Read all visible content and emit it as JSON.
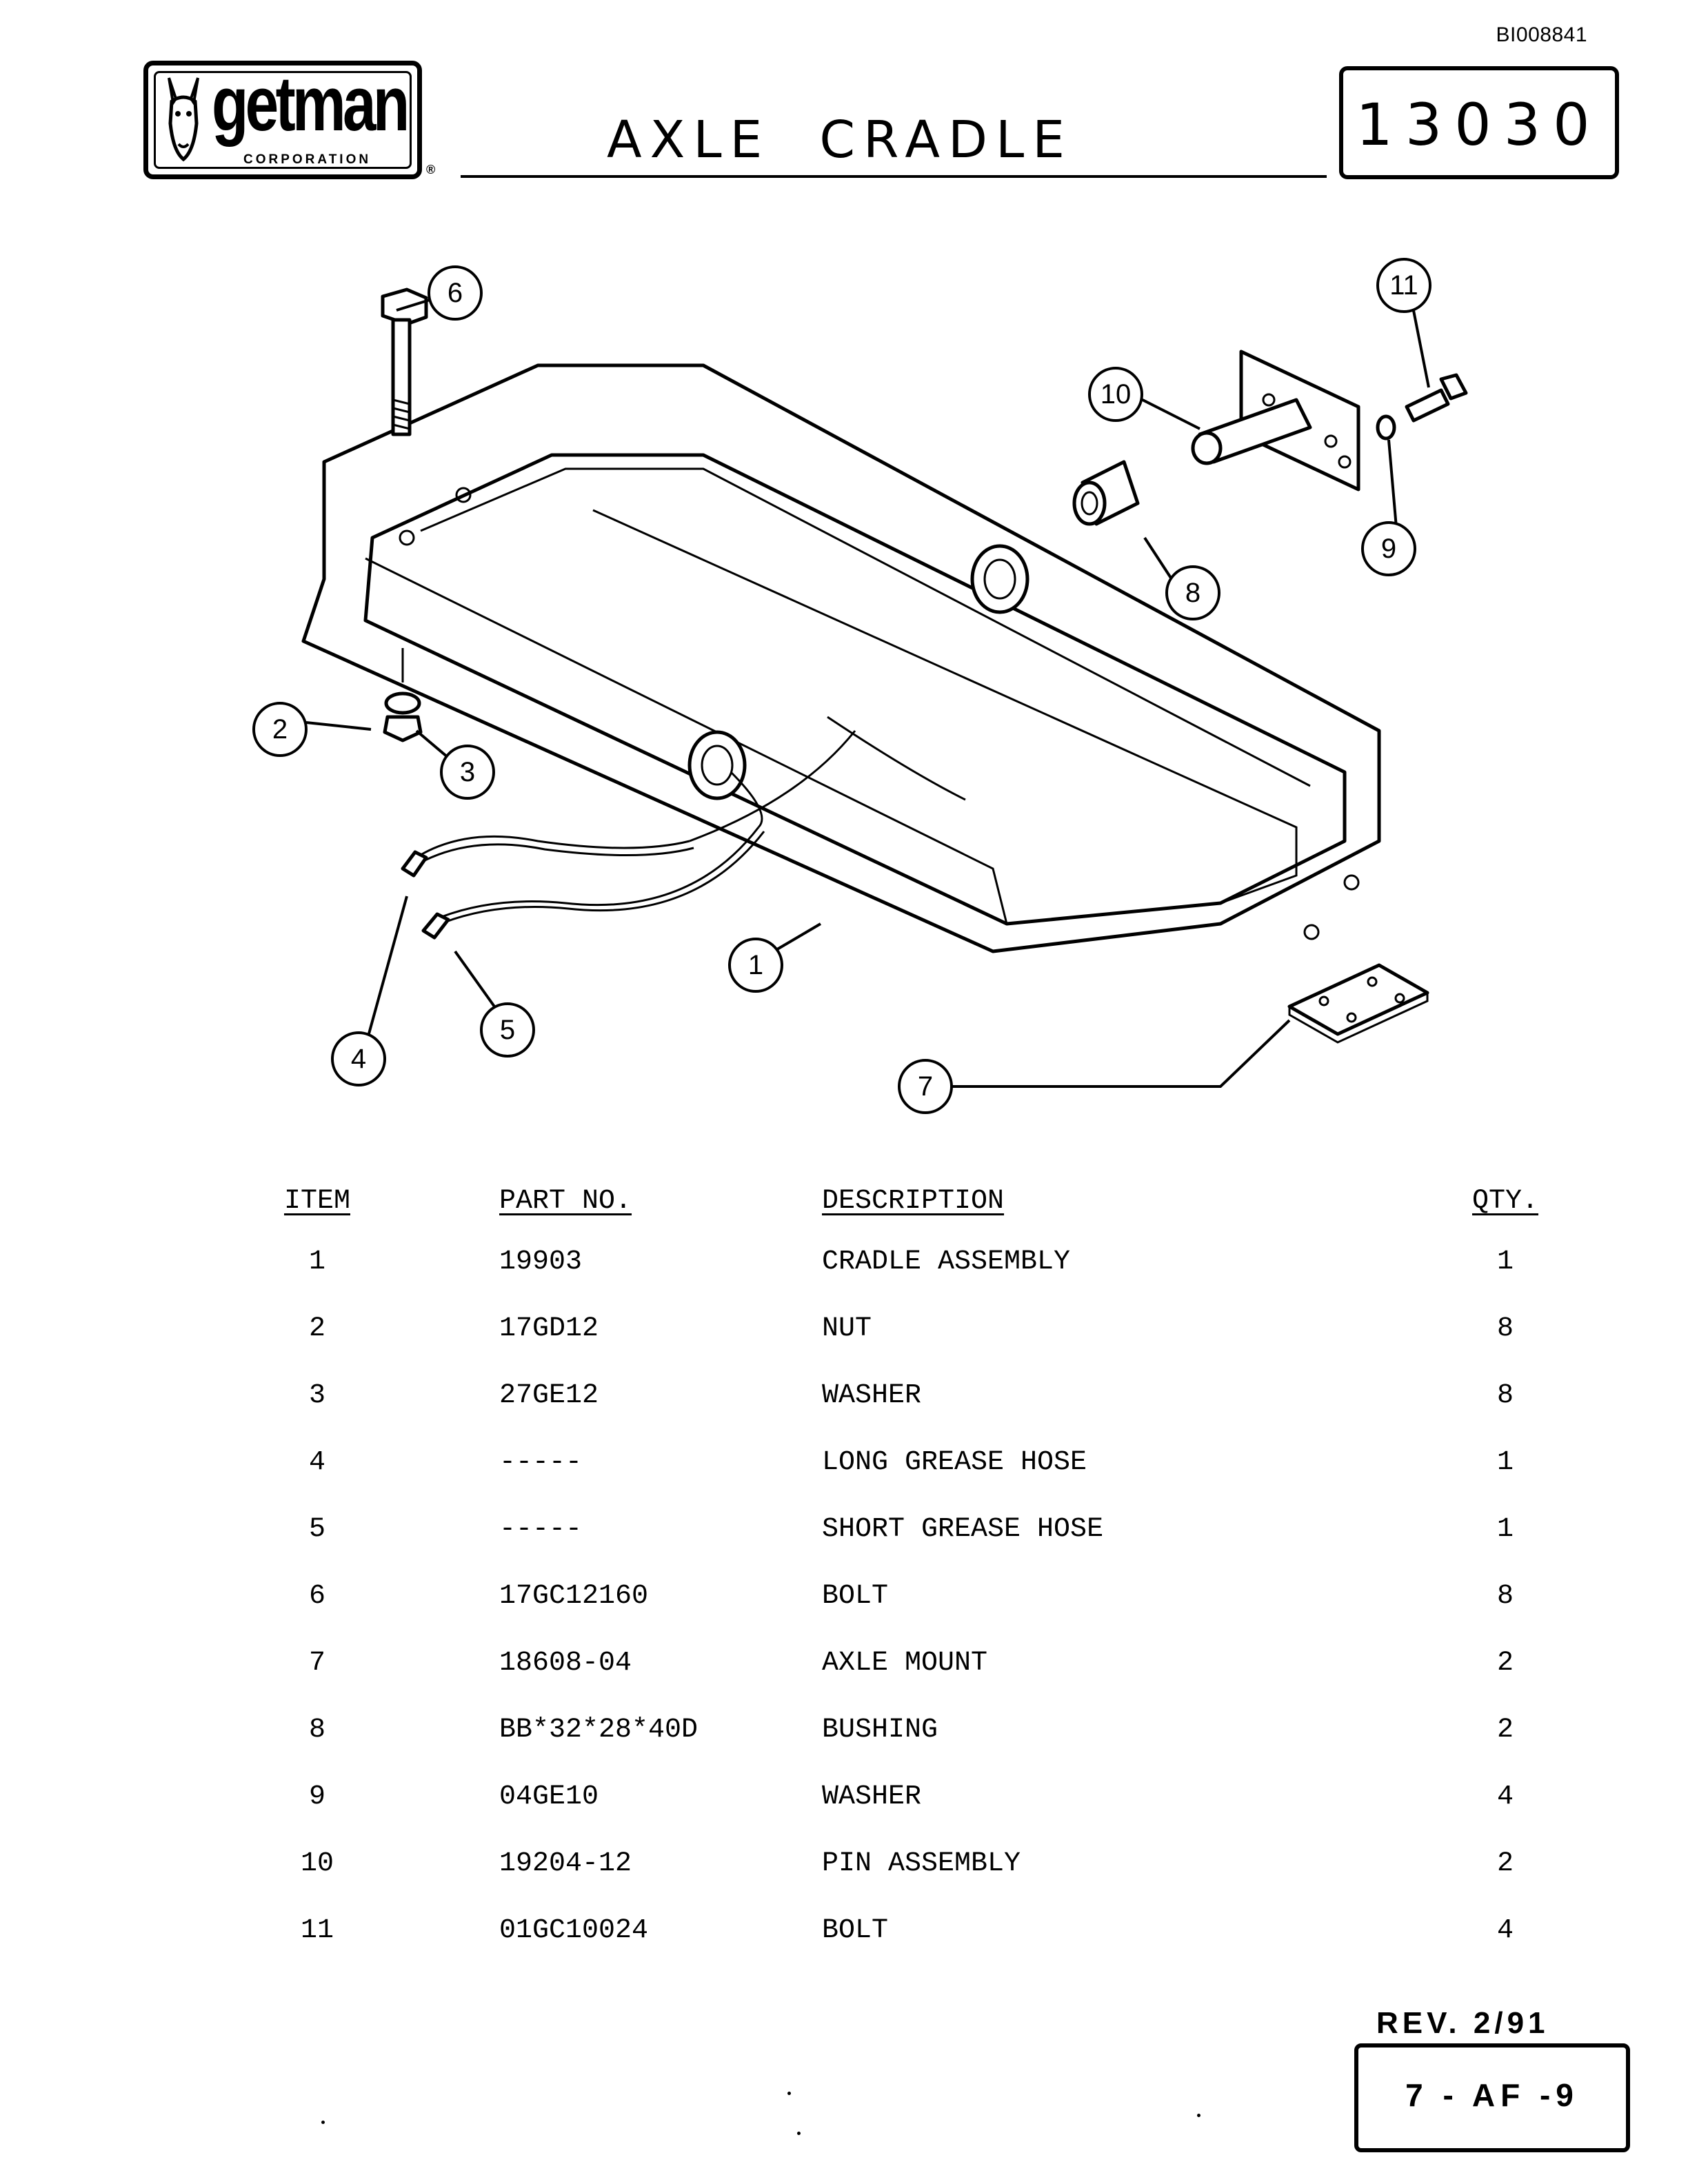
{
  "header": {
    "doc_id": "BI008841",
    "logo_word": "getman",
    "logo_corp": "CORPORATION",
    "logo_reg": "®",
    "title": "AXLE  CRADLE",
    "part_number": "13030"
  },
  "diagram": {
    "callouts": [
      "1",
      "2",
      "3",
      "4",
      "5",
      "6",
      "7",
      "8",
      "9",
      "10",
      "11"
    ]
  },
  "parts_table": {
    "headers": {
      "item": "ITEM",
      "part_no": "PART NO.",
      "description": "DESCRIPTION",
      "qty": "QTY."
    },
    "rows": [
      {
        "item": "1",
        "part_no": "19903",
        "description": "CRADLE ASSEMBLY",
        "qty": "1"
      },
      {
        "item": "2",
        "part_no": "17GD12",
        "description": "NUT",
        "qty": "8"
      },
      {
        "item": "3",
        "part_no": "27GE12",
        "description": "WASHER",
        "qty": "8"
      },
      {
        "item": "4",
        "part_no": "-----",
        "description": "LONG GREASE HOSE",
        "qty": "1"
      },
      {
        "item": "5",
        "part_no": "-----",
        "description": "SHORT GREASE HOSE",
        "qty": "1"
      },
      {
        "item": "6",
        "part_no": "17GC12160",
        "description": "BOLT",
        "qty": "8"
      },
      {
        "item": "7",
        "part_no": "18608-04",
        "description": "AXLE MOUNT",
        "qty": "2"
      },
      {
        "item": "8",
        "part_no": "BB*32*28*40D",
        "description": "BUSHING",
        "qty": "2"
      },
      {
        "item": "9",
        "part_no": "04GE10",
        "description": "WASHER",
        "qty": "4"
      },
      {
        "item": "10",
        "part_no": "19204-12",
        "description": "PIN ASSEMBLY",
        "qty": "2"
      },
      {
        "item": "11",
        "part_no": "01GC10024",
        "description": "BOLT",
        "qty": "4"
      }
    ]
  },
  "footer": {
    "revision": "REV. 2/91",
    "page": "7 - AF -9"
  }
}
